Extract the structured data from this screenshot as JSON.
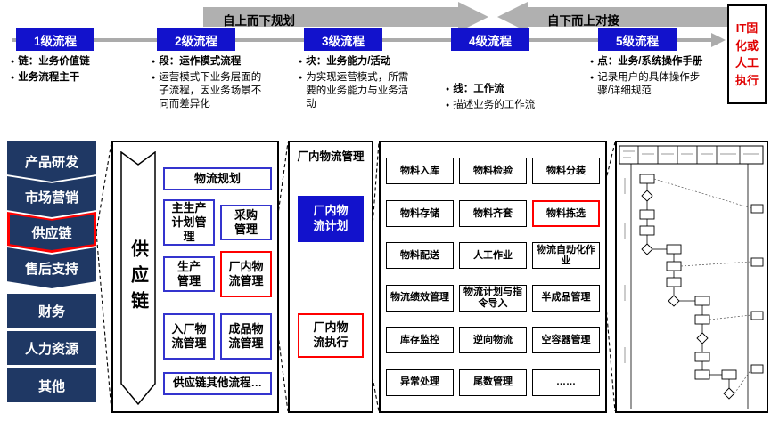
{
  "top": {
    "planning_arrow": "自上而下规划",
    "alignment_arrow": "自下而上对接",
    "it_box": "IT固化或人工执行"
  },
  "levels": [
    {
      "label": "1级流程",
      "bullets": [
        "链：业务价值链",
        "业务流程主干"
      ]
    },
    {
      "label": "2级流程",
      "bullets": [
        "段：运作模式流程",
        "运营模式下业务层面的子流程，因业务场景不同而差异化"
      ]
    },
    {
      "label": "3级流程",
      "bullets": [
        "块：业务能力/活动",
        "为实现运营模式，所需要的业务能力与业务活动"
      ]
    },
    {
      "label": "4级流程",
      "bullets": [
        "线：工作流",
        "描述业务的工作流"
      ]
    },
    {
      "label": "5级流程",
      "bullets": [
        "点：业务/系统操作手册",
        "记录用户的具体操作步骤/详细规范"
      ]
    }
  ],
  "value_chain": {
    "chevrons": [
      "产品研发",
      "市场营销",
      "供应链",
      "售后支持"
    ],
    "rects": [
      "财务",
      "人力资源",
      "其他"
    ],
    "highlighted": "供应链"
  },
  "supply_panel": {
    "banner": "供应链",
    "top_box": "物流规划",
    "cells": [
      "主生产计划管理",
      "采购管理",
      "生产管理",
      "厂内物流管理",
      "入厂物流管理",
      "成品物流管理"
    ],
    "bottom_box": "供应链其他流程…",
    "highlighted": "厂内物流管理"
  },
  "plant_panel": {
    "title": "厂内物流管理",
    "plan_box": "厂内物流计划",
    "exec_box": "厂内物流执行"
  },
  "capability_panel": {
    "rows": [
      [
        "物料入库",
        "物料检验",
        "物料分装"
      ],
      [
        "物料存储",
        "物料齐套",
        "物料拣选"
      ],
      [
        "物料配送",
        "人工作业",
        "物流自动化作业"
      ],
      [
        "物流绩效管理",
        "物流计划与指令导入",
        "半成品管理"
      ],
      [
        "库存监控",
        "逆向物流",
        "空容器管理"
      ],
      [
        "异常处理",
        "尾数管理",
        "……"
      ]
    ],
    "highlighted": "物料拣选"
  },
  "colors": {
    "level_blue": "#1212CC",
    "navy": "#1F3864",
    "highlight_red": "#FF0000",
    "arrow_gray": "#B0B0B0",
    "box_border_blue": "#3434CE",
    "it_text_red": "#E00000"
  }
}
